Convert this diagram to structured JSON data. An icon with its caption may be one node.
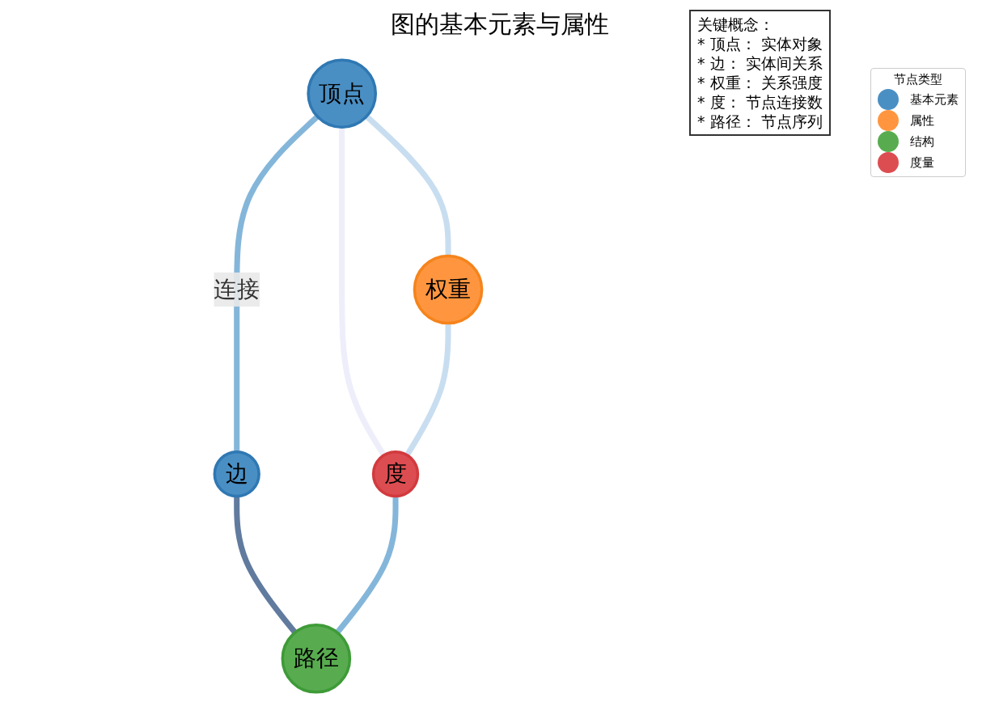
{
  "diagram": {
    "title": "图的基本元素与属性",
    "nodes": [
      {
        "text": [
          "顶点"
        ]
      },
      {
        "text": [
          "边"
        ]
      },
      {
        "text": [
          "权重"
        ]
      },
      {
        "text": [
          "路径"
        ]
      },
      {
        "text": [
          "度"
        ]
      }
    ],
    "edges": [
      {
        "from": 0,
        "to": 1,
        "arrow": "none",
        "label": "连接",
        "color": "#84b6da"
      },
      {
        "from": 1,
        "to": 3,
        "arrow": "none",
        "color": "#617b9f"
      },
      {
        "from": 0,
        "to": 2,
        "arrow": "none",
        "color": "#c8def0"
      },
      {
        "from": 0,
        "to": 4,
        "arrow": "none",
        "color": "#eeeefb"
      },
      {
        "from": 2,
        "to": 4,
        "arrow": "none",
        "color": "#c8def0"
      },
      {
        "from": 4,
        "to": 3,
        "arrow": "none",
        "color": "#84b6da"
      }
    ],
    "labels": [
      "关键概念：",
      "* 顶点： 实体对象",
      "* 边： 实体间关系",
      "* 权重： 关系强度",
      "* 度： 节点连接数",
      "* 路径： 节点序列",
      "节点类型"
    ],
    "legend": [
      {
        "text": "基本元素",
        "color": "#4a8fc4"
      },
      {
        "text": "属性",
        "color": "#ff963f"
      },
      {
        "text": "结构",
        "color": "#58ac4f"
      },
      {
        "text": "度量",
        "color": "#dc4d51"
      }
    ]
  }
}
